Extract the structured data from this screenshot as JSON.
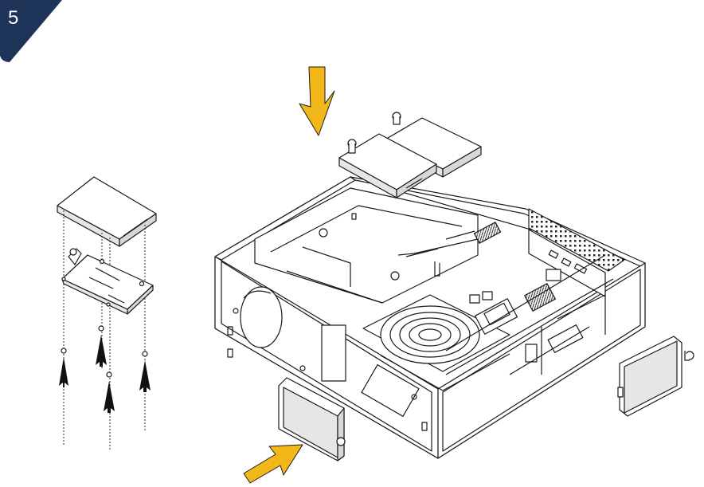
{
  "step": {
    "number": "5"
  },
  "colors": {
    "badge": "#1d3358",
    "arrow_install": "#f2b81a",
    "arrow_screw": "#111111",
    "line": "#1a1a1a",
    "fill": "#ffffff",
    "shade": "#e6e6e6"
  },
  "icons": {
    "arrow_down": "yellow-down-arrow",
    "arrow_diag": "yellow-diagonal-arrow",
    "screw_arrows": "black-up-arrow"
  }
}
